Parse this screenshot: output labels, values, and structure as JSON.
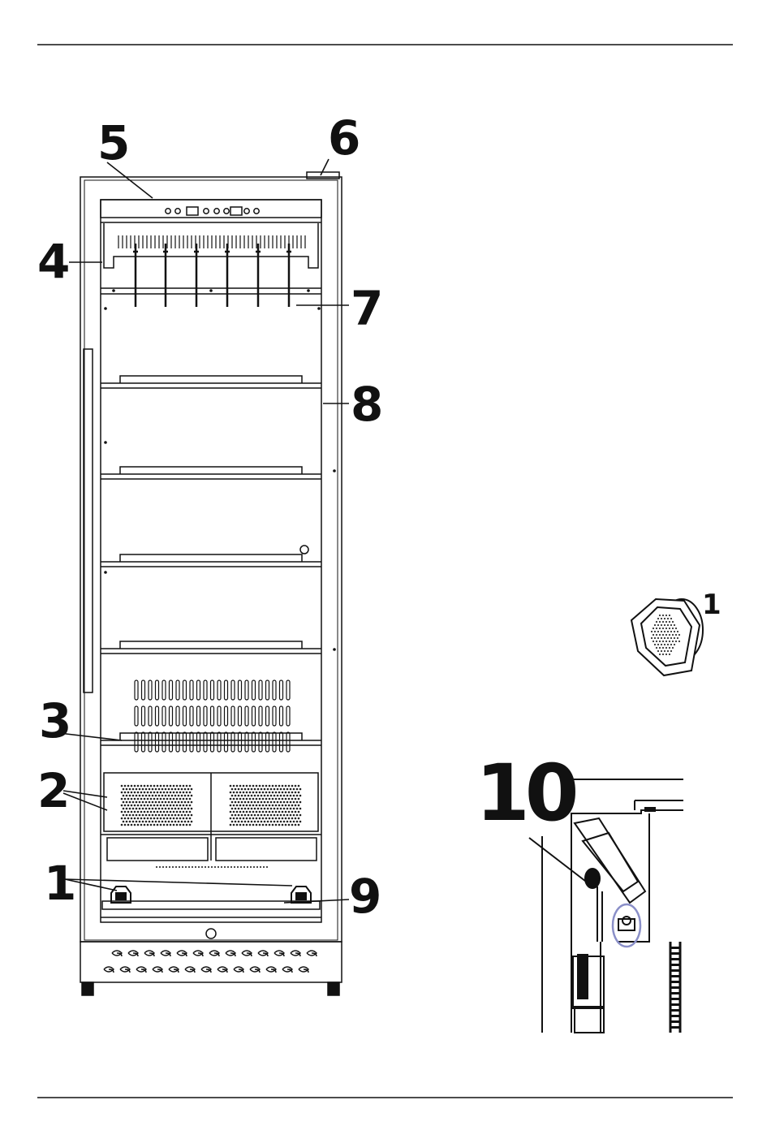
{
  "callouts": {
    "c1": "1",
    "c2": "2",
    "c3": "3",
    "c4": "4",
    "c5": "5",
    "c6": "6",
    "c7": "7",
    "c8": "8",
    "c9": "9",
    "c10": "10",
    "detail_1": "1"
  },
  "colors": {
    "line": "#111111",
    "detail_highlight": "#8a8fc8"
  }
}
